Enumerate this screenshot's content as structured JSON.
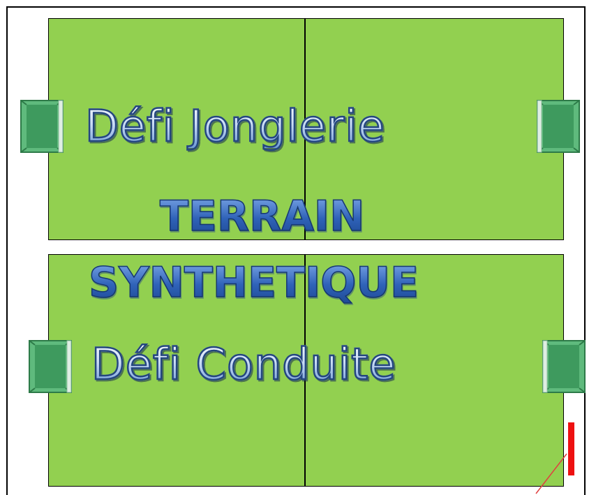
{
  "labels": {
    "challenge_top": "Défi Jonglerie",
    "venue_line1": "TERRAIN",
    "venue_line2": "SYNTHETIQUE",
    "challenge_bottom": "Défi Conduite"
  },
  "colors": {
    "pitch": "#92d050",
    "goal": "#4aa86a",
    "goal_dark": "#2d7a48",
    "marker": "#ee1111",
    "text_outline": "#24467e",
    "venue_text": "#2f62b8"
  },
  "icons": {
    "goal": "goal-icon",
    "marker": "marker-icon"
  }
}
